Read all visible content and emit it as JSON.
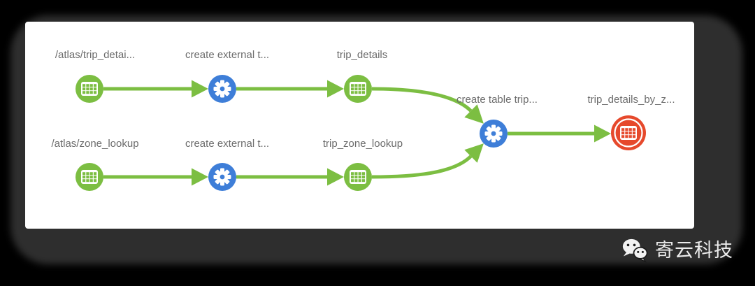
{
  "colors": {
    "page_bg": "#000000",
    "frame_shadow": "#2e2e2e",
    "card_bg": "#ffffff",
    "node_green": "#7cbe42",
    "node_blue": "#3e7ed8",
    "node_red": "#e6492c",
    "edge_green": "#7cbe42",
    "label_gray": "#6c6c6c",
    "watermark_text": "#ebebeb"
  },
  "pipeline": {
    "nodes": [
      {
        "id": "atlas-trip-details",
        "label": "/atlas/trip_detai...",
        "type": "table",
        "color": "green"
      },
      {
        "id": "create-external-table-1",
        "label": "create external t...",
        "type": "action",
        "color": "blue"
      },
      {
        "id": "trip-details",
        "label": "trip_details",
        "type": "table",
        "color": "green"
      },
      {
        "id": "atlas-zone-lookup",
        "label": "/atlas/zone_lookup",
        "type": "table",
        "color": "green"
      },
      {
        "id": "create-external-table-2",
        "label": "create external t...",
        "type": "action",
        "color": "blue"
      },
      {
        "id": "trip-zone-lookup",
        "label": "trip_zone_lookup",
        "type": "table",
        "color": "green"
      },
      {
        "id": "create-table-trip",
        "label": "create table trip...",
        "type": "action",
        "color": "blue"
      },
      {
        "id": "trip-details-by-zone",
        "label": "trip_details_by_z...",
        "type": "table",
        "color": "red",
        "state": "selected"
      }
    ],
    "edges": [
      {
        "from": "atlas-trip-details",
        "to": "create-external-table-1"
      },
      {
        "from": "create-external-table-1",
        "to": "trip-details"
      },
      {
        "from": "atlas-zone-lookup",
        "to": "create-external-table-2"
      },
      {
        "from": "create-external-table-2",
        "to": "trip-zone-lookup"
      },
      {
        "from": "trip-details",
        "to": "create-table-trip"
      },
      {
        "from": "trip-zone-lookup",
        "to": "create-table-trip"
      },
      {
        "from": "create-table-trip",
        "to": "trip-details-by-zone"
      }
    ]
  },
  "watermark": {
    "brand": "寄云科技",
    "icon": "wechat-icon"
  }
}
